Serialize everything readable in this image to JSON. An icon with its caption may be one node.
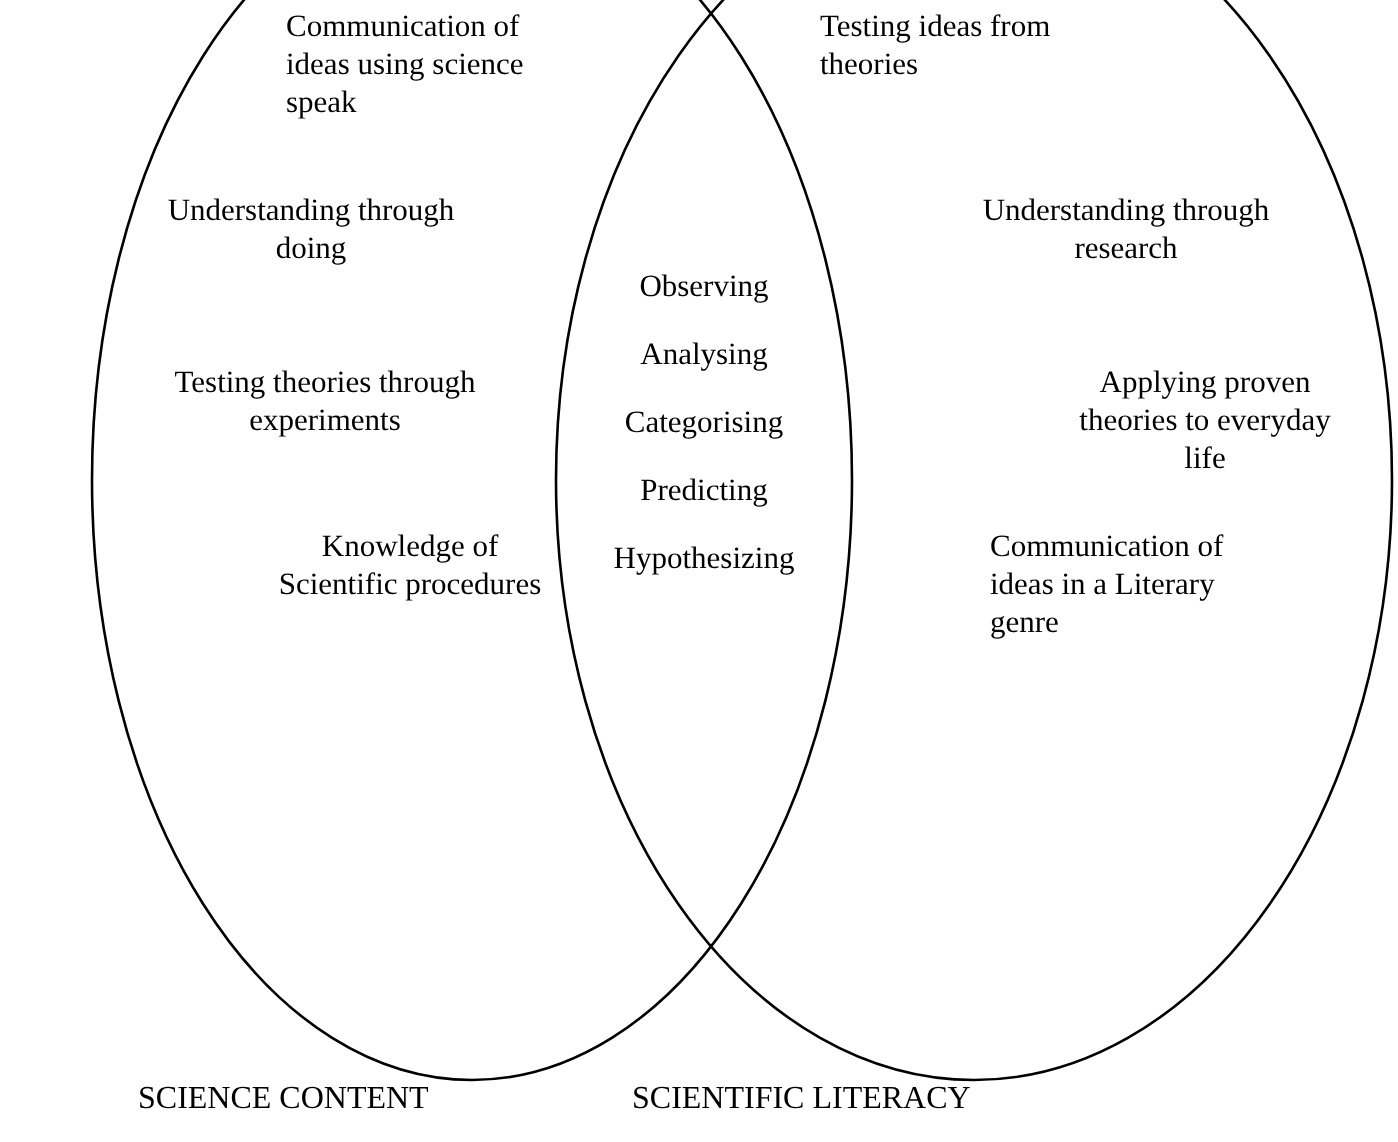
{
  "diagram": {
    "nodes": [
      {
        "text": [
          "SCIENCE CONTENT"
        ]
      },
      {
        "text": [
          "SCIENTIFIC LITERACY"
        ]
      }
    ],
    "labels": [
      "Communication of ideas using science speak",
      "Testing ideas from theories",
      "Understanding through doing",
      "Understanding through research",
      "Observing",
      "Analysing",
      "Categorising",
      "Predicting",
      "Hypothesizing",
      "Testing theories through experiments",
      "Applying proven theories to everyday life",
      "Knowledge of Scientific procedures",
      "Communication of ideas in a Literary genre"
    ]
  }
}
